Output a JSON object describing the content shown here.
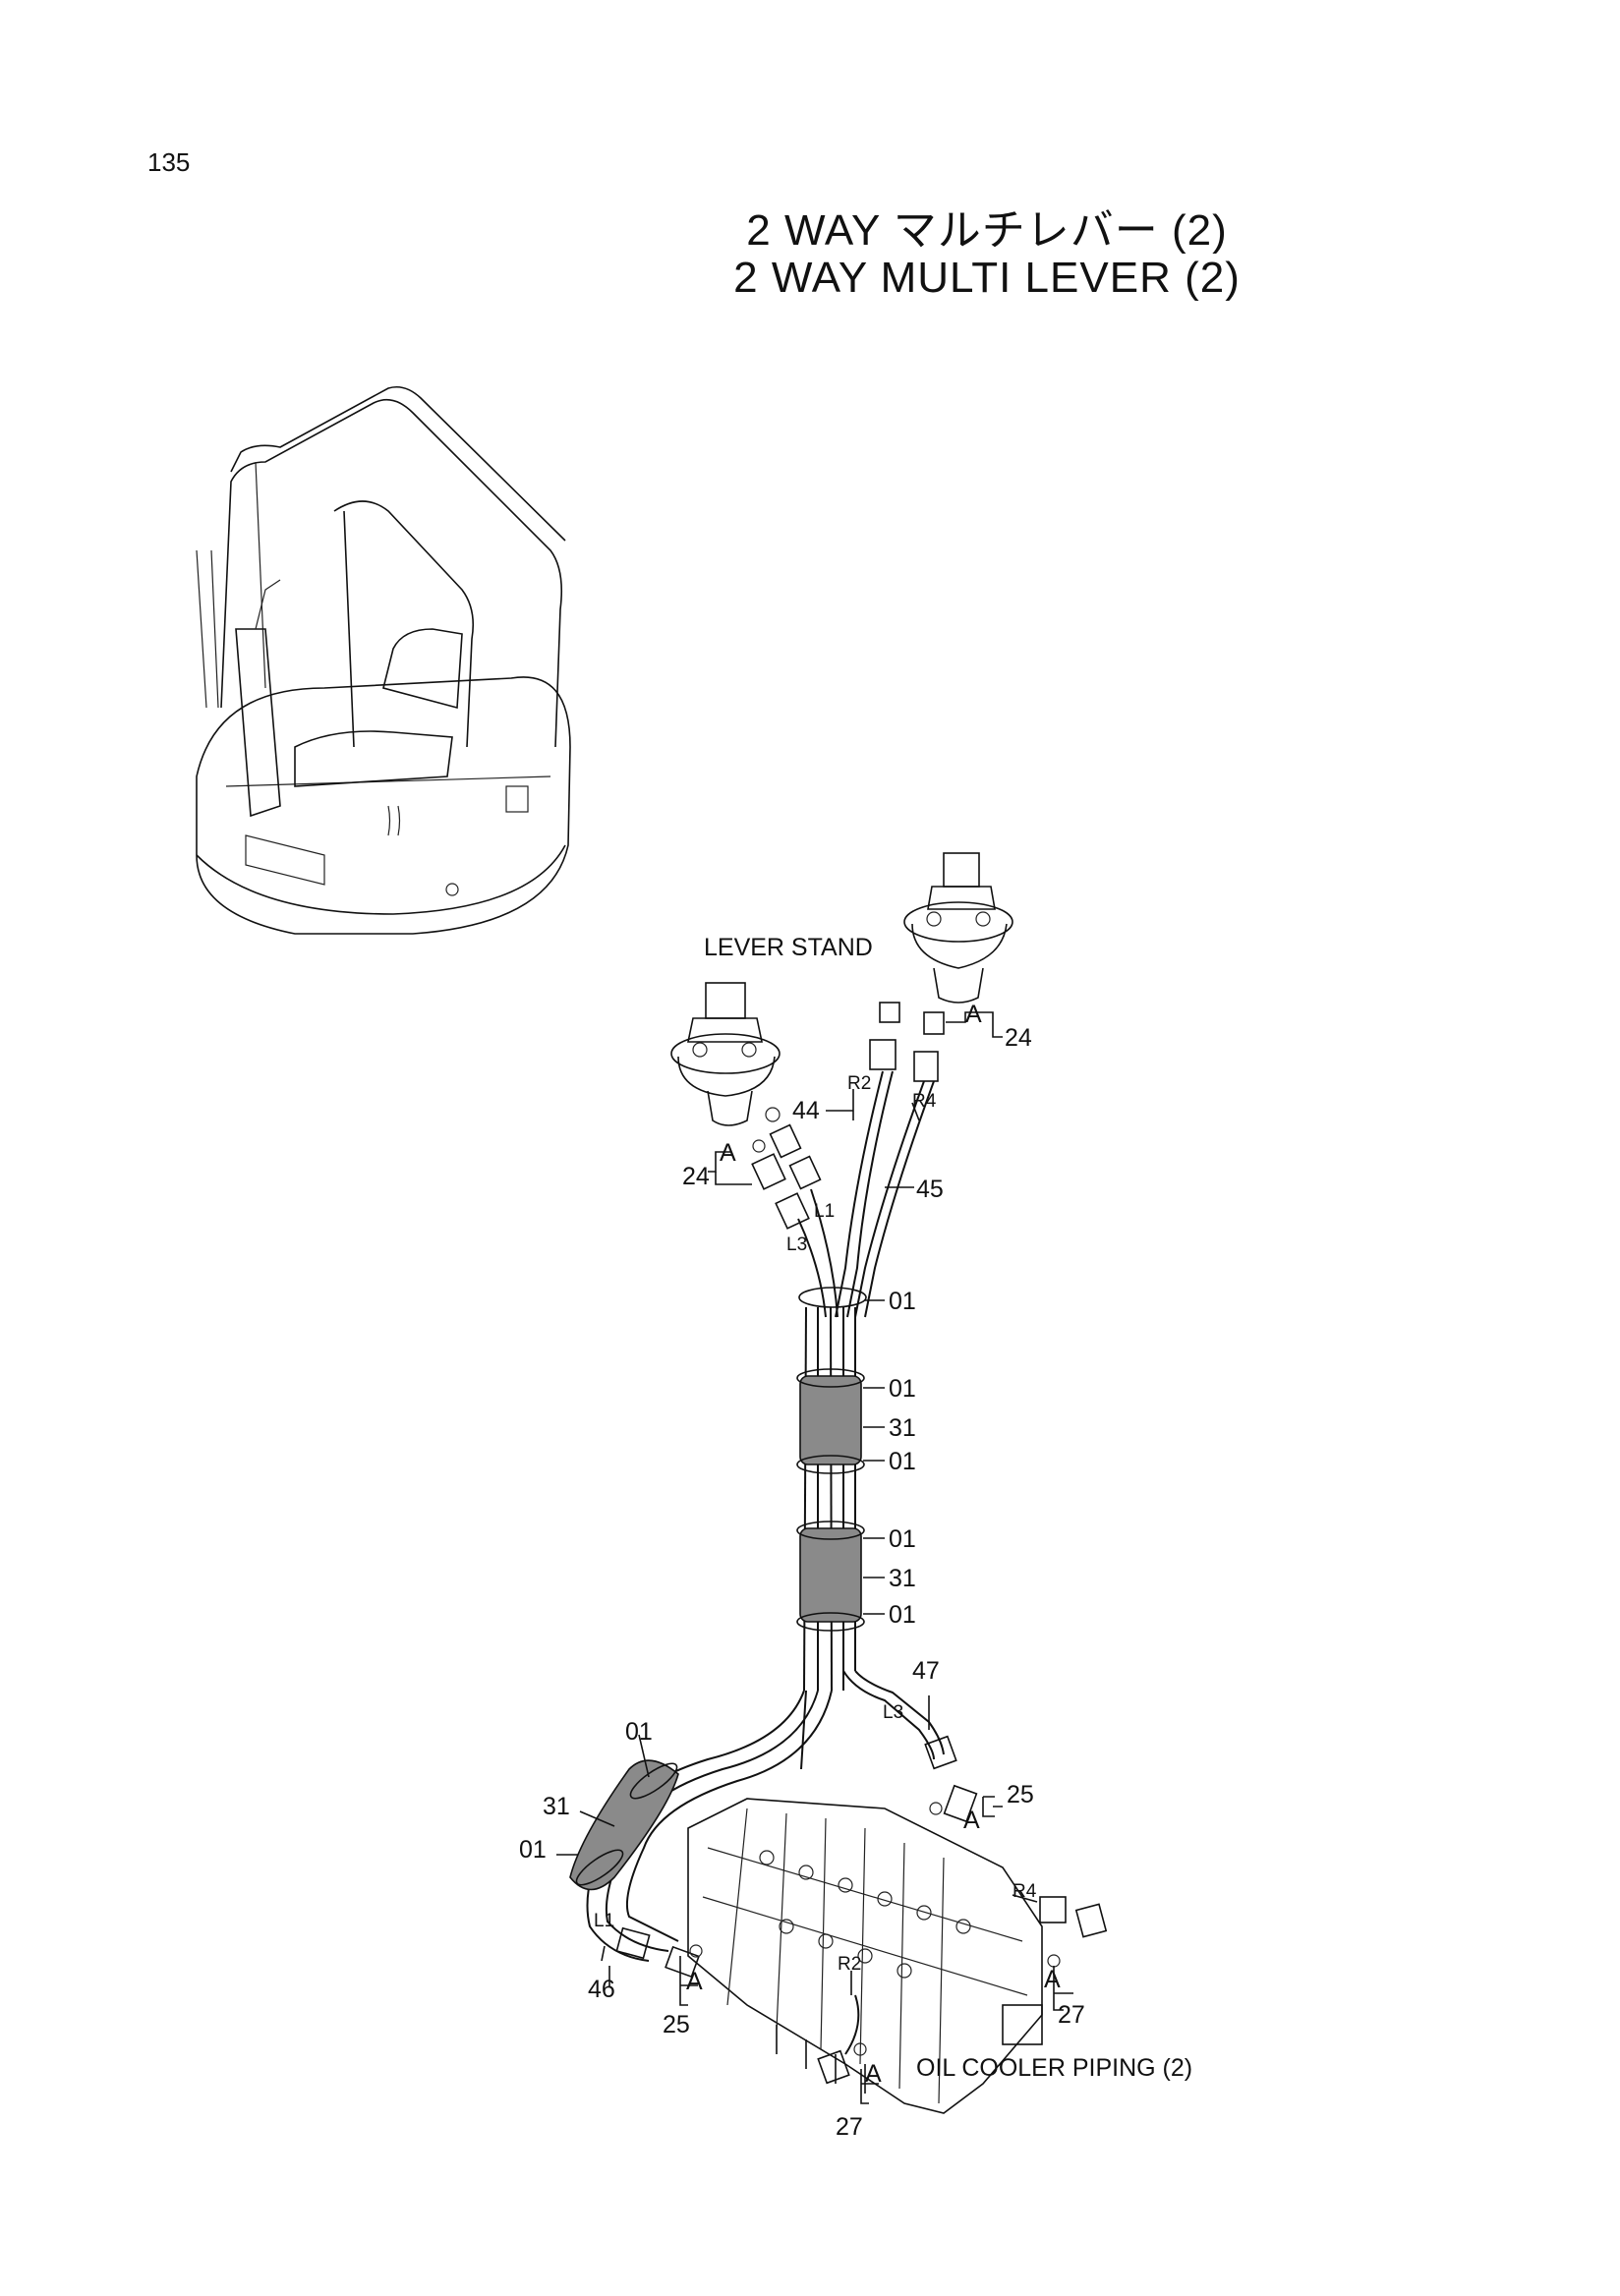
{
  "page_number": "135",
  "title_jp": "2 WAY マルチレバー (2)",
  "title_en": "2 WAY MULTI LEVER (2)",
  "labels": {
    "lever_stand": "LEVER STAND",
    "oil_cooler": "OIL COOLER PIPING (2)",
    "a": "A",
    "l1": "L1",
    "l3": "L3",
    "r2": "R2",
    "r4": "R4",
    "p24": "24",
    "p25": "25",
    "p27": "27",
    "p01": "01",
    "p31": "31",
    "p44": "44",
    "p45": "45",
    "p46": "46",
    "p47": "47"
  }
}
